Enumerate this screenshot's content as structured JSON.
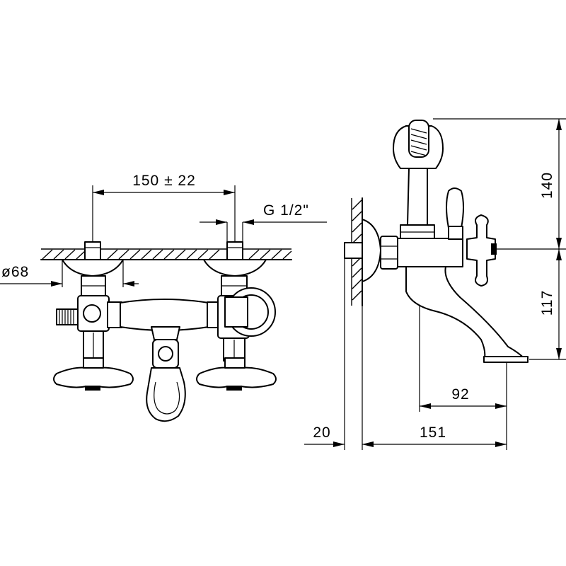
{
  "drawing": {
    "front_view": {
      "center_distance": "150 ± 22",
      "thread": "G 1/2\"",
      "flange_diameter": "ø68"
    },
    "side_view": {
      "height_upper": "140",
      "height_lower": "117",
      "spout_reach": "92",
      "total_depth": "151",
      "wall_offset": "20"
    }
  }
}
